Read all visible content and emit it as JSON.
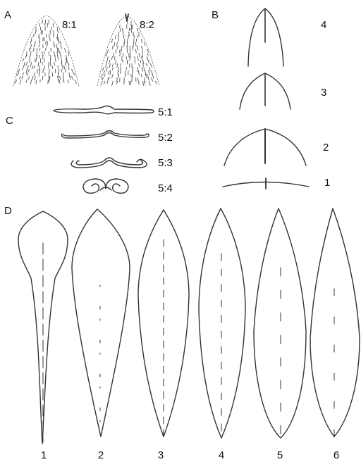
{
  "panels": {
    "a": {
      "letter": "A",
      "items": [
        {
          "label": "8:1"
        },
        {
          "label": "8:2"
        }
      ]
    },
    "b": {
      "letter": "B",
      "items": [
        {
          "label": "4"
        },
        {
          "label": "3"
        },
        {
          "label": "2"
        },
        {
          "label": "1"
        }
      ]
    },
    "c": {
      "letter": "C",
      "items": [
        {
          "label": "5:1"
        },
        {
          "label": "5:2"
        },
        {
          "label": "5:3"
        },
        {
          "label": "5:4"
        }
      ]
    },
    "d": {
      "letter": "D",
      "items": [
        {
          "label": "1"
        },
        {
          "label": "2"
        },
        {
          "label": "3"
        },
        {
          "label": "4"
        },
        {
          "label": "5"
        },
        {
          "label": "6"
        }
      ]
    }
  },
  "colors": {
    "line": "#333333",
    "hair": "#555555",
    "text": "#111111"
  }
}
